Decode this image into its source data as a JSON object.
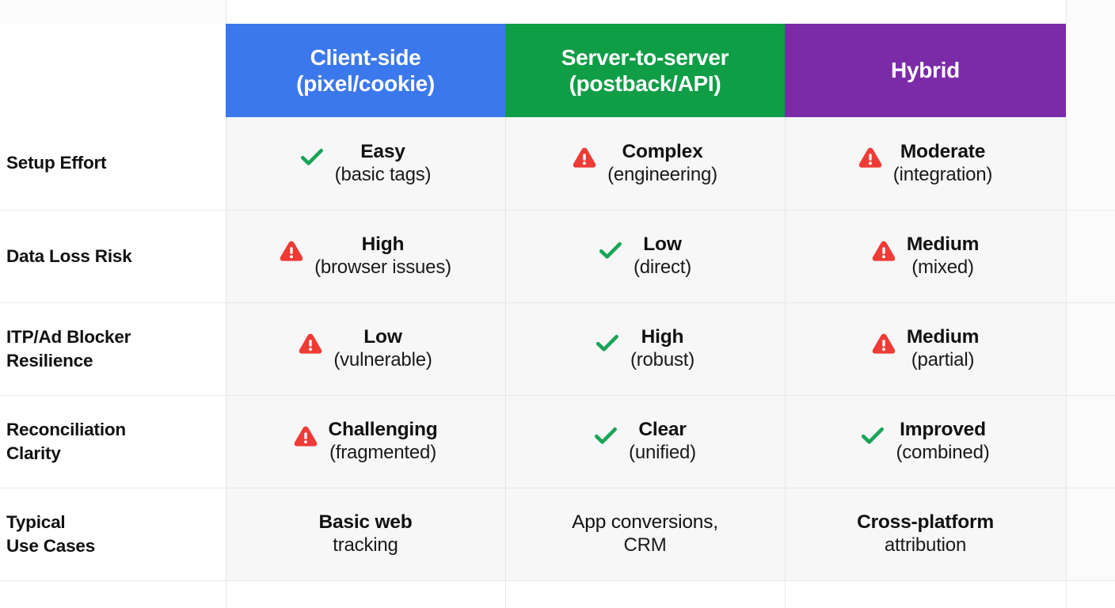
{
  "table": {
    "columns": [
      {
        "id": "label",
        "label": "",
        "accent": ""
      },
      {
        "id": "client",
        "line1": "Client-side",
        "line2": "(pixel/cookie)",
        "accent": "#3b78ec"
      },
      {
        "id": "server",
        "line1": "Server-to-server",
        "line2": "(postback/API)",
        "accent": "#0f9d46"
      },
      {
        "id": "hybrid",
        "line1": "Hybrid",
        "line2": "",
        "accent": "#7b2ba8"
      }
    ],
    "icons": {
      "check": {
        "name": "check-icon",
        "color": "#18a558"
      },
      "warning": {
        "name": "warning-triangle-icon",
        "color": "#ee3b36"
      }
    },
    "rows": [
      {
        "label_line1": "Setup Effort",
        "label_line2": "",
        "cells": [
          {
            "icon": "check",
            "main": "Easy",
            "sub": "(basic tags)"
          },
          {
            "icon": "warning",
            "main": "Complex",
            "sub": "(engineering)"
          },
          {
            "icon": "warning",
            "main": "Moderate",
            "sub": "(integration)"
          }
        ]
      },
      {
        "label_line1": "Data Loss Risk",
        "label_line2": "",
        "cells": [
          {
            "icon": "warning",
            "main": "High",
            "sub": "(browser issues)"
          },
          {
            "icon": "check",
            "main": "Low",
            "sub": "(direct)"
          },
          {
            "icon": "warning",
            "main": "Medium",
            "sub": "(mixed)"
          }
        ]
      },
      {
        "label_line1": "ITP/Ad Blocker",
        "label_line2": "Resilience",
        "cells": [
          {
            "icon": "warning",
            "main": "Low",
            "sub": "(vulnerable)"
          },
          {
            "icon": "check",
            "main": "High",
            "sub": "(robust)"
          },
          {
            "icon": "warning",
            "main": "Medium",
            "sub": "(partial)"
          }
        ]
      },
      {
        "label_line1": "Reconciliation",
        "label_line2": "Clarity",
        "cells": [
          {
            "icon": "warning",
            "main": "Challenging",
            "sub": "(fragmented)"
          },
          {
            "icon": "check",
            "main": "Clear",
            "sub": "(unified)"
          },
          {
            "icon": "check",
            "main": "Improved",
            "sub": "(combined)"
          }
        ]
      },
      {
        "label_line1": "Typical",
        "label_line2": "Use Cases",
        "cells": [
          {
            "icon": "",
            "main": "Basic web",
            "sub": "tracking",
            "main_weight": "bold"
          },
          {
            "icon": "",
            "main": "App conversions,",
            "sub": "CRM",
            "main_weight": "regular"
          },
          {
            "icon": "",
            "main": "Cross-platform",
            "sub": "attribution",
            "main_weight": "bold"
          }
        ]
      }
    ]
  }
}
